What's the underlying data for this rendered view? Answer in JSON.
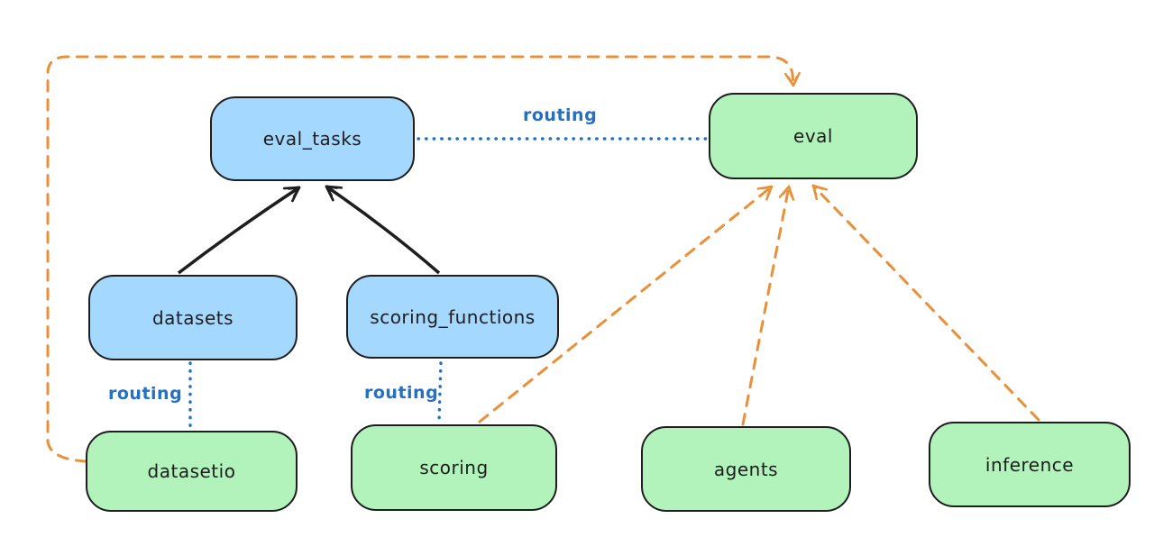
{
  "colors": {
    "node_blue_fill": "#a5d8ff",
    "node_green_fill": "#b2f2bb",
    "stroke": "#1e1e1e",
    "routing_blue": "#2470c2",
    "provider_orange": "#e8913a",
    "background": "#ffffff"
  },
  "diagram": {
    "type": "flowchart",
    "nodes": [
      {
        "id": "eval_tasks",
        "label": "eval_tasks",
        "fill": "blue"
      },
      {
        "id": "eval",
        "label": "eval",
        "fill": "green"
      },
      {
        "id": "datasets",
        "label": "datasets",
        "fill": "blue"
      },
      {
        "id": "scoring_functions",
        "label": "scoring_functions",
        "fill": "blue"
      },
      {
        "id": "datasetio",
        "label": "datasetio",
        "fill": "green"
      },
      {
        "id": "scoring",
        "label": "scoring",
        "fill": "green"
      },
      {
        "id": "agents",
        "label": "agents",
        "fill": "green"
      },
      {
        "id": "inference",
        "label": "inference",
        "fill": "green"
      }
    ],
    "edges": [
      {
        "from": "datasets",
        "to": "eval_tasks",
        "style": "solid",
        "color": "black",
        "arrow": true
      },
      {
        "from": "scoring_functions",
        "to": "eval_tasks",
        "style": "solid",
        "color": "black",
        "arrow": true
      },
      {
        "from": "eval_tasks",
        "to": "eval",
        "style": "dotted",
        "color": "blue",
        "arrow": false,
        "label": "routing"
      },
      {
        "from": "datasets",
        "to": "datasetio",
        "style": "dotted",
        "color": "blue",
        "arrow": false,
        "label": "routing"
      },
      {
        "from": "scoring_functions",
        "to": "scoring",
        "style": "dotted",
        "color": "blue",
        "arrow": false,
        "label": "routing"
      },
      {
        "from": "datasetio",
        "to": "eval",
        "style": "dashed",
        "color": "orange",
        "arrow": true
      },
      {
        "from": "scoring",
        "to": "eval",
        "style": "dashed",
        "color": "orange",
        "arrow": true
      },
      {
        "from": "agents",
        "to": "eval",
        "style": "dashed",
        "color": "orange",
        "arrow": true
      },
      {
        "from": "inference",
        "to": "eval",
        "style": "dashed",
        "color": "orange",
        "arrow": true
      }
    ]
  }
}
